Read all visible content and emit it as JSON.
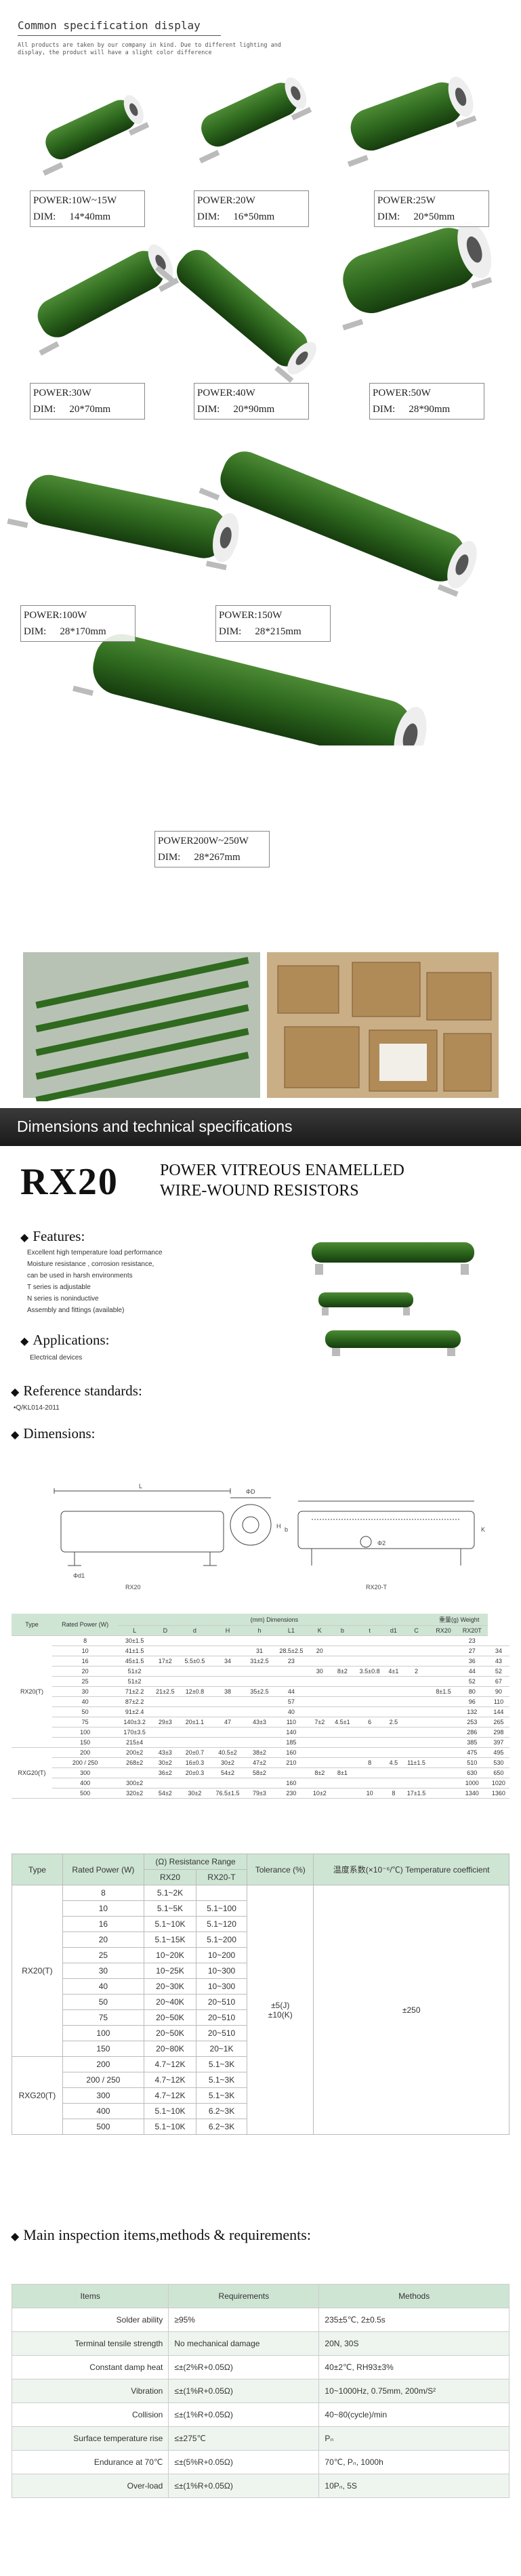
{
  "header": {
    "title": "Common specification display",
    "note": "All products are taken by our company in kind. Due to different lighting and display, the product will have a slight color difference"
  },
  "products": [
    {
      "power_label": "POWER:",
      "power": "10W~15W",
      "dim_label": "DIM:",
      "dim": "14*40mm"
    },
    {
      "power_label": "POWER:",
      "power": "20W",
      "dim_label": "DIM:",
      "dim": "16*50mm"
    },
    {
      "power_label": "POWER:",
      "power": "25W",
      "dim_label": "DIM:",
      "dim": "20*50mm"
    },
    {
      "power_label": "POWER:",
      "power": "30W",
      "dim_label": "DIM:",
      "dim": "20*70mm"
    },
    {
      "power_label": "POWER:",
      "power": "40W",
      "dim_label": "DIM:",
      "dim": "20*90mm"
    },
    {
      "power_label": "POWER:",
      "power": "50W",
      "dim_label": "DIM:",
      "dim": "28*90mm"
    },
    {
      "power_label": "POWER:",
      "power": "100W",
      "dim_label": "DIM:",
      "dim": "28*170mm"
    },
    {
      "power_label": "POWER:",
      "power": "150W",
      "dim_label": "DIM:",
      "dim": "28*215mm"
    },
    {
      "power_label": "POWER",
      "power": "200W~250W",
      "dim_label": "DIM:",
      "dim": "28*267mm"
    }
  ],
  "banner": "Dimensions and technical specifications",
  "rx": {
    "model": "RX20",
    "sub1": "POWER VITREOUS ENAMELLED",
    "sub2": "WIRE-WOUND RESISTORS",
    "features_title": "Features:",
    "features": [
      "Excellent high temperature load performance",
      "Moisture resistance , corrosion resistance,",
      "can be used in harsh environments",
      "T series is adjustable",
      "N series is noninductive",
      "Assembly and fittings  (available)"
    ],
    "applications_title": "Applications:",
    "applications": [
      "Electrical devices"
    ],
    "reference_title": "Reference standards:",
    "reference": "•Q/KL014-2011",
    "dimensions_title": "Dimensions:",
    "drawing_labels": {
      "left": "RX20",
      "right": "RX20-T",
      "L": "L",
      "phi_d1": "Φd1",
      "phi_d": "ΦD",
      "phi2": "Φ2",
      "H": "H",
      "k": "K",
      "b": "b"
    }
  },
  "dim_table": {
    "headers": [
      "Type",
      "Rated Power (W)",
      "L",
      "D",
      "d",
      "H",
      "h",
      "L1",
      "K",
      "b",
      "t",
      "d1",
      "C",
      "RX20",
      "RX20T"
    ],
    "group_header": "(mm)  Dimensions",
    "weight_header": "重量(g) Weight",
    "types": [
      "RX20(T)",
      "RXG20(T)"
    ],
    "rows": [
      [
        "8",
        "30±1.5",
        "",
        "",
        "",
        "",
        "",
        "",
        "",
        "",
        "",
        "",
        "",
        "23",
        ""
      ],
      [
        "10",
        "41±1.5",
        "",
        "",
        "",
        "31",
        "28.5±2.5",
        "20",
        "",
        "",
        "",
        "",
        "",
        "27",
        "34"
      ],
      [
        "16",
        "45±1.5",
        "17±2",
        "5.5±0.5",
        "34",
        "31±2.5",
        "23",
        "",
        "",
        "",
        "",
        "",
        "",
        "36",
        "43"
      ],
      [
        "20",
        "51±2",
        "",
        "",
        "",
        "",
        "",
        "30",
        "8±2",
        "3.5±0.8",
        "4±1",
        "2",
        "",
        "44",
        "52"
      ],
      [
        "25",
        "51±2",
        "",
        "",
        "",
        "",
        "",
        "",
        "",
        "",
        "",
        "",
        "",
        "52",
        "67"
      ],
      [
        "30",
        "71±2.2",
        "21±2.5",
        "12±0.8",
        "38",
        "35±2.5",
        "44",
        "",
        "",
        "",
        "",
        "",
        "8±1.5",
        "80",
        "90"
      ],
      [
        "40",
        "87±2.2",
        "",
        "",
        "",
        "",
        "57",
        "",
        "",
        "",
        "",
        "",
        "",
        "96",
        "110"
      ],
      [
        "50",
        "91±2.4",
        "",
        "",
        "",
        "",
        "40",
        "",
        "",
        "",
        "",
        "",
        "",
        "132",
        "144"
      ],
      [
        "75",
        "140±3.2",
        "29±3",
        "20±1.1",
        "47",
        "43±3",
        "110",
        "7±2",
        "4.5±1",
        "6",
        "2.5",
        "",
        "",
        "253",
        "265"
      ],
      [
        "100",
        "170±3.5",
        "",
        "",
        "",
        "",
        "140",
        "",
        "",
        "",
        "",
        "",
        "",
        "286",
        "298"
      ],
      [
        "150",
        "215±4",
        "",
        "",
        "",
        "",
        "185",
        "",
        "",
        "",
        "",
        "",
        "",
        "385",
        "397"
      ],
      [
        "200",
        "200±2",
        "43±3",
        "20±0.7",
        "40.5±2",
        "38±2",
        "160",
        "",
        "",
        "",
        "",
        "",
        "",
        "475",
        "495"
      ],
      [
        "200 / 250",
        "268±2",
        "30±2",
        "16±0.3",
        "30±2",
        "47±2",
        "210",
        "",
        "",
        "8",
        "4.5",
        "11±1.5",
        "",
        "510",
        "530"
      ],
      [
        "300",
        "",
        "36±2",
        "20±0.3",
        "54±2",
        "58±2",
        "",
        "8±2",
        "8±1",
        "",
        "",
        "",
        "",
        "630",
        "650"
      ],
      [
        "400",
        "300±2",
        "",
        "",
        "",
        "",
        "160",
        "",
        "",
        "",
        "",
        "",
        "",
        "1000",
        "1020"
      ],
      [
        "500",
        "320±2",
        "54±2",
        "30±2",
        "76.5±1.5",
        "79±3",
        "230",
        "10±2",
        "",
        "10",
        "8",
        "17±1.5",
        "",
        "1340",
        "1360"
      ]
    ]
  },
  "res_table": {
    "h_type": "Type",
    "h_power": "Rated Power  (W)",
    "h_range": "(Ω)  Resistance Range",
    "h_rx20": "RX20",
    "h_rx20t": "RX20-T",
    "h_tol": "Tolerance  (%)",
    "h_temp": "温度系数(×10⁻⁶/℃) Temperature coefficient",
    "types": [
      "RX20(T)",
      "RXG20(T)"
    ],
    "tol_a": "±5(J)",
    "tol_b": "±10(K)",
    "temp": "±250",
    "rows": [
      [
        "8",
        "5.1~2K",
        ""
      ],
      [
        "10",
        "5.1~5K",
        "5.1~100"
      ],
      [
        "16",
        "5.1~10K",
        "5.1~120"
      ],
      [
        "20",
        "5.1~15K",
        "5.1~200"
      ],
      [
        "25",
        "10~20K",
        "10~200"
      ],
      [
        "30",
        "10~25K",
        "10~300"
      ],
      [
        "40",
        "20~30K",
        "10~300"
      ],
      [
        "50",
        "20~40K",
        "20~510"
      ],
      [
        "75",
        "20~50K",
        "20~510"
      ],
      [
        "100",
        "20~50K",
        "20~510"
      ],
      [
        "150",
        "20~80K",
        "20~1K"
      ],
      [
        "200",
        "4.7~12K",
        "5.1~3K"
      ],
      [
        "200 / 250",
        "4.7~12K",
        "5.1~3K"
      ],
      [
        "300",
        "4.7~12K",
        "5.1~3K"
      ],
      [
        "400",
        "5.1~10K",
        "6.2~3K"
      ],
      [
        "500",
        "5.1~10K",
        "6.2~3K"
      ]
    ]
  },
  "inspection": {
    "title": "Main inspection items,methods & requirements:",
    "h_items": "Items",
    "h_req": "Requirements",
    "h_methods": "Methods",
    "rows": [
      [
        "Solder ability",
        "≥95%",
        "235±5℃, 2±0.5s"
      ],
      [
        "Terminal tensile strength",
        "No mechanical damage",
        "20N, 30S"
      ],
      [
        "Constant damp heat",
        "≤±(2%R+0.05Ω)",
        "40±2℃, RH93±3%"
      ],
      [
        "Vibration",
        "≤±(1%R+0.05Ω)",
        "10~1000Hz, 0.75mm, 200m/S²"
      ],
      [
        "Collision",
        "≤±(1%R+0.05Ω)",
        "40~80(cycle)/min"
      ],
      [
        "Surface temperature rise",
        "≤±275℃",
        "Pₙ"
      ],
      [
        "Endurance at 70℃",
        "≤±(5%R+0.05Ω)",
        "70℃, Pₙ, 1000h"
      ],
      [
        "Over-load",
        "≤±(1%R+0.05Ω)",
        "10Pₙ, 5S"
      ]
    ]
  },
  "colors": {
    "resistor_green": "#2f6a1f",
    "header_green": "#cfe5d4",
    "banner": "#222222"
  }
}
